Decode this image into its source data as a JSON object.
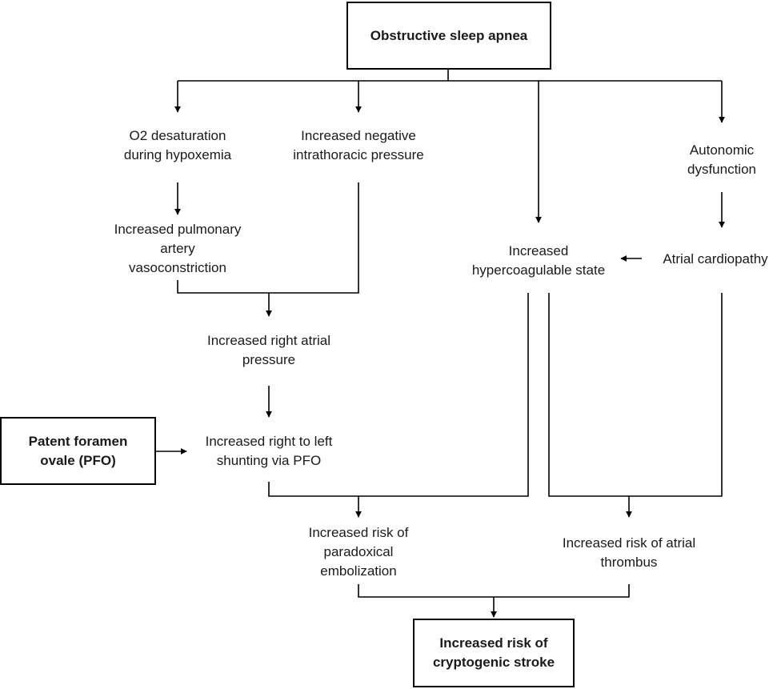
{
  "nodes": {
    "osa": "Obstructive sleep apnea",
    "o2_desat": "O2 desaturation\nduring hypoxemia",
    "neg_pressure": "Increased negative\nintrathoracic pressure",
    "autonomic": "Autonomic\ndysfunction",
    "pulm_vaso": "Increased pulmonary\nartery\nvasoconstriction",
    "hypercoag": "Increased\nhypercoagulable state",
    "atrial_cardio": "Atrial cardiopathy",
    "right_atrial": "Increased right atrial\npressure",
    "pfo": "Patent foramen\novale (PFO)",
    "shunting": "Increased right to left\nshunting via PFO",
    "paradoxical": "Increased risk of\nparadoxical\nembolization",
    "atrial_thrombus": "Increased risk of atrial\nthrombus",
    "stroke": "Increased risk of\ncryptogenic stroke"
  },
  "colors": {
    "line": "#000000",
    "text": "#1a1a1a"
  }
}
